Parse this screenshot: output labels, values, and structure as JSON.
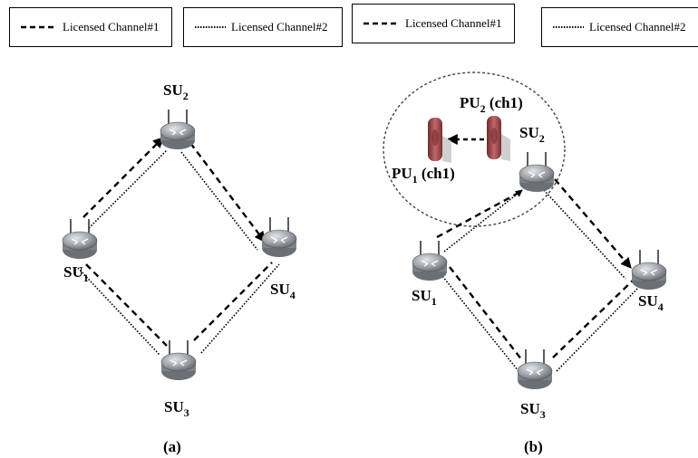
{
  "legend_a": {
    "channel1": "Licensed Channel#1",
    "channel2": "Licensed Channel#2"
  },
  "legend_b": {
    "channel1": "Licensed Channel#1",
    "channel2": "Licensed Channel#2"
  },
  "panel_a": {
    "label": "(a)",
    "nodes": [
      {
        "base": "SU",
        "sub": "1"
      },
      {
        "base": "SU",
        "sub": "2"
      },
      {
        "base": "SU",
        "sub": "3"
      },
      {
        "base": "SU",
        "sub": "4"
      }
    ]
  },
  "panel_b": {
    "label": "(b)",
    "nodes": [
      {
        "base": "SU",
        "sub": "1"
      },
      {
        "base": "SU",
        "sub": "2"
      },
      {
        "base": "SU",
        "sub": "3"
      },
      {
        "base": "SU",
        "sub": "4"
      }
    ],
    "primary_users": [
      {
        "base": "PU",
        "sub": "1",
        "suffix": " (ch1)"
      },
      {
        "base": "PU",
        "sub": "2",
        "suffix": " (ch1)"
      }
    ]
  },
  "colors": {
    "router_body": "#9aa0a6",
    "primary_user": "#a0464a",
    "line": "#000000"
  },
  "icons": {
    "router": "router-icon",
    "primary_user": "primary-user-device-icon"
  }
}
